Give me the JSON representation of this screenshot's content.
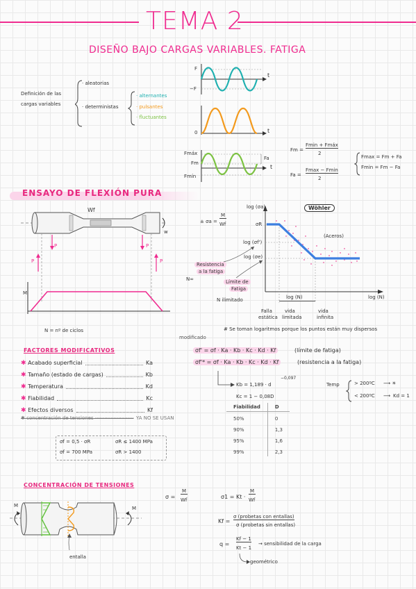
{
  "header": {
    "title": "TEMA 2",
    "subtitle": "DISEÑO BAJO CARGAS VARIABLES. FATIGA"
  },
  "def": {
    "label1": "Definición de las",
    "label2": "cargas variables",
    "aleatorias": "· aleatorias",
    "deterministas": "· deterministas",
    "alternantes": "· alternantes",
    "pulsantes": "· pulsantes",
    "fluctuantes": "· fluctuantes"
  },
  "graphs": {
    "F": "F",
    "minusF": "−F",
    "zero": "0",
    "t": "t",
    "Fmax": "Fmáx",
    "Fm": "Fm",
    "Fmin": "Fmín",
    "Fa": "Fa"
  },
  "formulas": {
    "fm_lhs": "Fm =",
    "fm_num": "Fmin + Fmáx",
    "fm_den": "2",
    "fa_lhs": "Fa =",
    "fa_num": "Fmax − Fmin",
    "fa_den": "2",
    "fmax_eq": "Fmax = Fm + Fa",
    "fmin_eq": "Fmin = Fm − Fa"
  },
  "ensayo": {
    "title": "ENSAYO DE FLEXIÓN PURA",
    "wf": "Wf",
    "w": "w",
    "p1": "P",
    "p2": "P",
    "p3": "P",
    "p4": "P",
    "m": "M",
    "ciclos": "N = nº de ciclos",
    "sigma_lhs": "± σa =",
    "sigma_num": "M",
    "sigma_den": "Wf",
    "resistencia1": "Resistencia",
    "resistencia2": "a la fatiga",
    "noo": "N∞",
    "limite1": "Límite de",
    "limite2": "Fatiga",
    "limite3": "N ilimitado",
    "wohler": "Wöhler",
    "log_sa": "log (σa)",
    "sigma_r": "σR",
    "log_sf": "log (σf')",
    "log_se": "log (σe)",
    "acero": "(Aceros)",
    "log_n": "log (N)",
    "log_n2": "log (N)",
    "falla1": "Falla",
    "falla2": "estática",
    "vida1": "vida",
    "vida2": "limitada",
    "vida3": "vida",
    "vida4": "infinita",
    "note": "# Se toman logaritmos porque los puntos están muy dispersos"
  },
  "factores": {
    "title": "FACTORES MODIFICATIVOS",
    "items": [
      {
        "label": "Acabado superficial",
        "k": "Ka"
      },
      {
        "label": "Tamaño (estado de cargas)",
        "k": "Kb"
      },
      {
        "label": "Temperatura",
        "k": "Kd"
      },
      {
        "label": "Fiabilidad",
        "k": "Kc"
      },
      {
        "label": "Efectos diversos",
        "k": "Kf"
      }
    ],
    "struck": "concentración de tensiones",
    "nose": "YA NO SE USAN",
    "modificado": "modificado",
    "eq1": "σf' = σf · Ka · Kb · Kc · Kd · Kf",
    "eq1_note": "(límite de fatiga)",
    "eq2": "σf'* = σf · Ka · Kb · Kc · Kd · Kf",
    "eq2_note": "(resistencia a la fatiga)",
    "kb": "Kb = 1,189 · d",
    "kb_exp": "−0,097",
    "kc": "Kc = 1 − 0,08D",
    "temp": "Temp",
    "t1": "> 200ºC",
    "t2": "< 200ºC",
    "t2r": "Kd = 1",
    "table": {
      "h1": "Fiabilidad",
      "h2": "D",
      "rows": [
        [
          "50%",
          "0"
        ],
        [
          "90%",
          "1,3"
        ],
        [
          "95%",
          "1,6"
        ],
        [
          "99%",
          "2,3"
        ]
      ]
    },
    "box1": "σf = 0,5 · σR",
    "box2": "σR ≤ 1400 MPa",
    "box3": "σf = 700 MPa",
    "box4": "σR > 1400"
  },
  "conc": {
    "title": "CONCENTRACIÓN DE TENSIONES",
    "m1": "M",
    "m2": "M",
    "entalla": "entalla",
    "sigma_lhs": "σ =",
    "sigma_num": "M",
    "sigma_den": "Wf",
    "s1_lhs": "σ1 = Kt ·",
    "s1_num": "M",
    "s1_den": "Wf",
    "kt_lhs": "Kf =",
    "kt_num": "σ (probetas con entallas)",
    "kt_den": "σ (probetas sin entallas)",
    "q_lhs": "q =",
    "q_num": "Kf − 1",
    "q_den": "Kt − 1",
    "q_note": "→ sensibilidad de la carga",
    "geo": "geométrico"
  }
}
